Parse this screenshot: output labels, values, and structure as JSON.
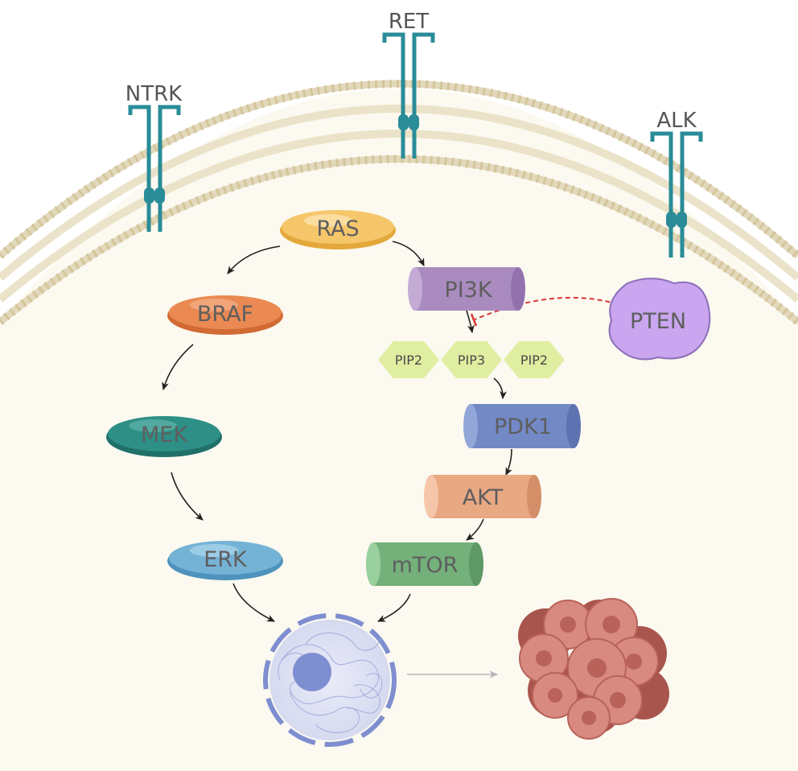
{
  "receptors": {
    "ntrk": "NTRK",
    "ret": "RET",
    "alk": "ALK"
  },
  "mapk": {
    "ras": "RAS",
    "braf": "BRAF",
    "mek": "MEK",
    "erk": "ERK"
  },
  "pi3k": {
    "pi3k": "PI3K",
    "pten": "PTEN",
    "pip2_left": "PIP2",
    "pip3": "PIP3",
    "pip2_right": "PIP2",
    "pdk1": "PDK1",
    "akt": "AKT",
    "mtor": "mTOR"
  },
  "colors": {
    "receptor": "#2a8c98",
    "membrane_head": "#d8cba4",
    "cytoplasm": "#fbf9f0",
    "ras": "#f6c66a",
    "braf": "#ea8a52",
    "mek": "#2e8f86",
    "erk": "#75b3d6",
    "pi3k": "#a98bbf",
    "pten": "#c9a6ef",
    "pip": "#dfeea0",
    "pdk1": "#7289c6",
    "akt": "#e8a882",
    "mtor": "#74b07a",
    "inhibition": "#d83838",
    "nucleus": "#dfe2f4",
    "tumor": "#c9756c"
  }
}
